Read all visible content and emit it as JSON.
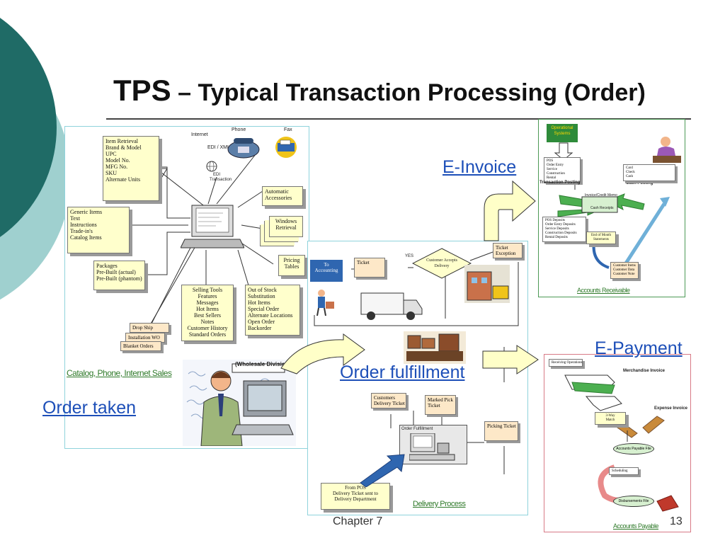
{
  "slide": {
    "title_prefix": "TPS",
    "title_rest": " – Typical Transaction Processing (Order)",
    "footer_chapter": "Chapter 7",
    "page_number": "13"
  },
  "labels": {
    "e_invoice": "E-Invoice",
    "e_payment": "E-Payment",
    "order_fulfillment": "Order fulfillment",
    "order_taken": "Order taken",
    "catalog_caption": "Catalog, Phone, Internet Sales",
    "delivery_caption": "Delivery Process",
    "ar_caption": "Accounts Receivable",
    "ap_caption": "Accounts Payable"
  },
  "order_panel": {
    "internet": "Internet",
    "phone": "Phone",
    "fax": "Fax",
    "edi_xml": "EDI / XML",
    "edi_note": "EDI Transaction",
    "item_retrieval": [
      "Item Retrieval",
      "Brand & Model",
      "UPC",
      "Model No.",
      "MFG No.",
      "SKU",
      "Alternate Units"
    ],
    "generic_items": [
      "Generic Items",
      "Text",
      "Instructions",
      "Trade-in's",
      "Catalog Items"
    ],
    "packages": [
      "Packages",
      "Pre-Built (actual)",
      "Pre-Built (phantom)"
    ],
    "automatic_accessories": [
      "Automatic",
      "Accessories"
    ],
    "windows_retrieval": [
      "Windows",
      "Retrieval"
    ],
    "pricing_tables": [
      "Pricing",
      "Tables"
    ],
    "selling_tools": [
      "Selling Tools",
      "Features",
      "Messages",
      "Hot Items",
      "Best Sellers",
      "Notes",
      "Customer History",
      "Standard Orders"
    ],
    "out_of_stock": [
      "Out of Stock",
      "Substitution",
      "Hot Items",
      "Special Order",
      "Alternate Locations",
      "Open Order",
      "Backorder"
    ],
    "drop_ship": "Drop Ship",
    "installation_wo": "Installation WO",
    "blanket_orders": "Blanket Orders",
    "wholesale_division": "(Wholesale Division)"
  },
  "delivery_panel": {
    "to_accounting": [
      "To",
      "Accounting"
    ],
    "ticket": "Ticket",
    "yes": "YES",
    "customer_accepts": [
      "Customer Accepts",
      "Delivery"
    ],
    "ticket_exception": [
      "Ticket",
      "Exception"
    ],
    "customers_delivery_ticket": [
      "Customers",
      "Delivery Ticket"
    ],
    "marked_pick_ticket": [
      "Marked Pick",
      "Ticket"
    ],
    "picking_ticket": "Picking Ticket",
    "order_fulfillment_screen": "Order Fulfillment",
    "from_pos": [
      "From POS",
      "Delivery Ticket sent to",
      "Delivery Department"
    ]
  },
  "ar_panel": {
    "transaction_posting": "Transaction Posting",
    "cash_posting": "Cash Posting",
    "operational_systems": "Operational Systems",
    "pos_lines": [
      "POS",
      "Order Entry",
      "Service",
      "Construction",
      "Rental"
    ],
    "cash_lines": [
      "Card",
      "Check",
      "Cash"
    ],
    "dep_lines": [
      "POS Deposits",
      "Order Entry Deposits",
      "Service Deposits",
      "Construction Deposits",
      "Rental Deposits"
    ],
    "invoice_credit": "Invoice/Credit Memo",
    "cash_receipts": "Cash Receipts",
    "end_of_month": [
      "End of Month",
      "Statements"
    ],
    "customer_lines": [
      "Customer Items",
      "Customer Data",
      "Customer Note"
    ]
  },
  "ap_panel": {
    "receiving": "Receiving Operations",
    "merchandise_invoice": "Merchandise Invoice",
    "expense_invoice": "Expense Invoice",
    "accounts_payable_file": "Accounts Payable File",
    "three_way_match": [
      "3-Way",
      "Match"
    ],
    "scheduling": "Scheduling",
    "disbursement": "Disbursements File"
  },
  "colors": {
    "teal_dark": "#1f6b66",
    "teal_light": "#9fd0cf",
    "link_blue": "#1d4fb8",
    "caption_green": "#2f7a2a",
    "arrow_fill": "#ffffc8",
    "panel_cyan": "#8fd3dc",
    "panel_green": "#4c9a55",
    "panel_pink": "#d87a86"
  },
  "icons": [
    "globe-icon",
    "phone-icon",
    "fax-icon",
    "computer-icon",
    "truck-icon",
    "worker-icon",
    "building-icon",
    "warehouse-icon",
    "person-at-computer-icon",
    "curved-arrow-icon"
  ]
}
